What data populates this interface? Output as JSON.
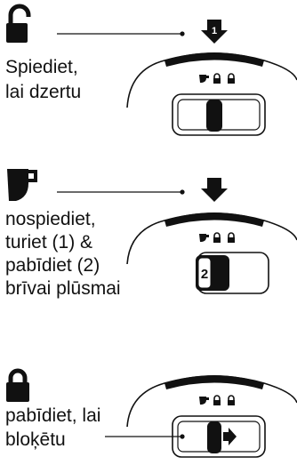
{
  "steps": [
    {
      "state": "unlock",
      "icon": "padlock-open-icon",
      "label_lines": [
        "Spiediet,",
        "lai dzertu"
      ],
      "badge": "1"
    },
    {
      "state": "free-flow",
      "icon": "cup-icon",
      "label_lines": [
        "nospiediet,",
        "turiet (1) &",
        "pabīdiet (2)",
        "brīvai plūsmai"
      ],
      "badge": "2"
    },
    {
      "state": "lock",
      "icon": "padlock-closed-icon",
      "label_lines": [
        "pabīdiet, lai",
        "bloķētu"
      ]
    }
  ]
}
